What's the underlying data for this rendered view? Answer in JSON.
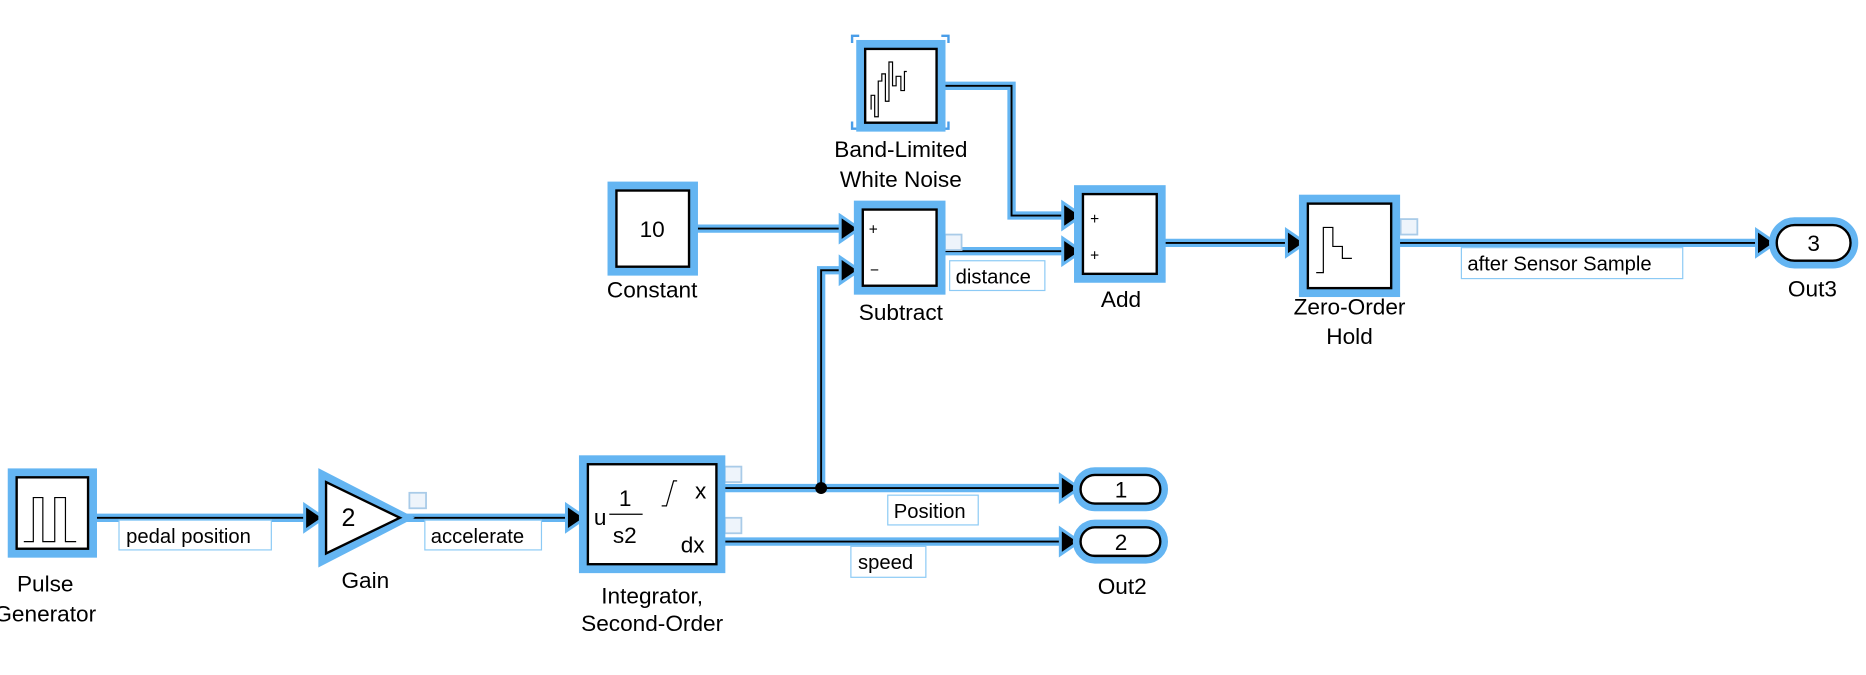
{
  "accent_color": "#64b5f2",
  "blocks": {
    "pulse": {
      "name_line1": "Pulse",
      "name_line2": "Generator",
      "icon": "pulse-wave-icon"
    },
    "gain": {
      "value": "2",
      "name": "Gain",
      "icon": "triangle-gain-icon"
    },
    "integrator": {
      "name_line1": "Integrator,",
      "name_line2": "Second-Order",
      "input_port": "u",
      "numerator": "1",
      "denominator": "s2",
      "out_x": "x",
      "out_dx": "dx"
    },
    "out1": {
      "port_number": "1"
    },
    "out2": {
      "port_number": "2",
      "name": "Out2"
    },
    "constant": {
      "value": "10",
      "name": "Constant"
    },
    "subtract": {
      "name": "Subtract",
      "sign1": "+",
      "sign2": "−"
    },
    "noise": {
      "name_line1": "Band-Limited",
      "name_line2": "White Noise",
      "icon": "noise-signal-icon"
    },
    "add": {
      "name": "Add",
      "sign1": "+",
      "sign2": "+"
    },
    "zoh": {
      "name_line1": "Zero-Order",
      "name_line2": "Hold",
      "icon": "staircase-icon"
    },
    "out3": {
      "port_number": "3",
      "name": "Out3"
    }
  },
  "signals": {
    "pedal_position": "pedal position",
    "accelerate": "accelerate",
    "position": "Position",
    "speed": "speed",
    "distance": "distance",
    "after_sensor": "after Sensor Sample"
  }
}
